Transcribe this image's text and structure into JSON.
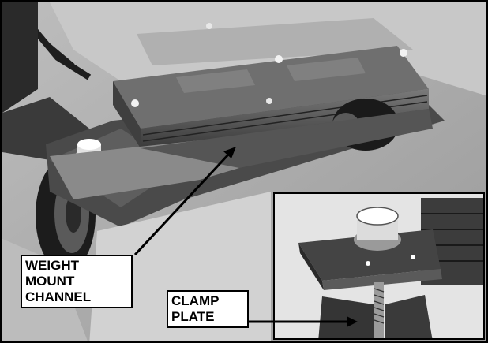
{
  "callouts": {
    "weight_mount_channel": {
      "lines": [
        "WEIGHT",
        "MOUNT",
        "CHANNEL"
      ]
    },
    "clamp_plate": {
      "lines": [
        "CLAMP",
        "PLATE"
      ]
    }
  },
  "colors": {
    "frame": "#000000",
    "label_background": "#ffffff",
    "photo_dark": "#2b2b2b",
    "photo_mid": "#8a8a8a",
    "photo_light": "#d9d9d9"
  }
}
